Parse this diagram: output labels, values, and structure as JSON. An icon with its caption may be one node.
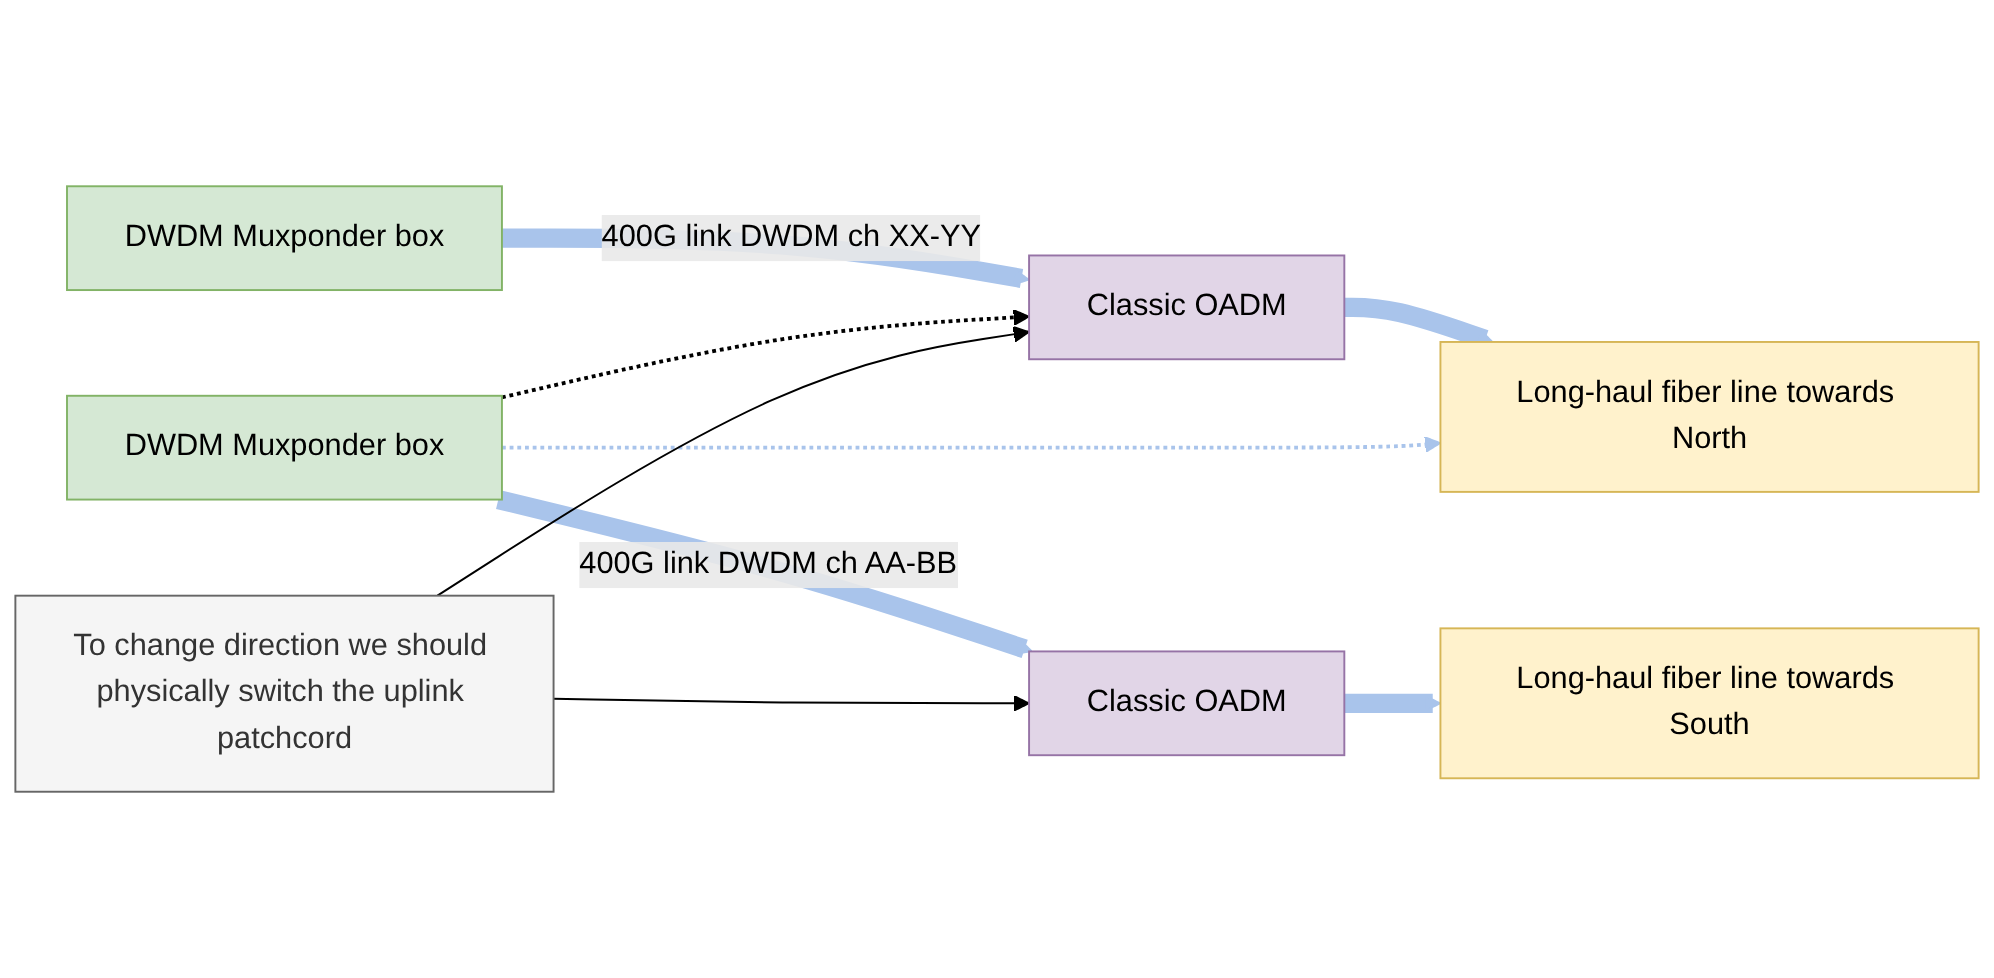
{
  "diagram": {
    "nodes": [
      {
        "text": [
          "DWDM Muxponder box"
        ]
      },
      {
        "text": [
          "Classic OADM"
        ]
      },
      {
        "text": [
          "Long-haul fiber line towards North"
        ]
      },
      {
        "text": [
          "DWDM Muxponder box"
        ]
      },
      {
        "text": [
          "Classic OADM"
        ]
      },
      {
        "text": [
          "Long-haul fiber line towards South"
        ]
      },
      {
        "text": [
          "To change direction we should physically switch the uplink patchcord"
        ]
      }
    ],
    "edges": [
      {
        "from": 0,
        "to": 1,
        "arrow": "to",
        "label": "400G link DWDM ch XX-YY",
        "style": "thick"
      },
      {
        "from": 1,
        "to": 2,
        "arrow": "to",
        "style": "thick"
      },
      {
        "from": 3,
        "to": 4,
        "arrow": "to",
        "label": "400G link DWDM ch AA-BB",
        "style": "thick"
      },
      {
        "from": 4,
        "to": 5,
        "arrow": "to",
        "style": "thick"
      },
      {
        "from": 3,
        "to": 1,
        "arrow": "to",
        "style": "dashed",
        "color": "#000000"
      },
      {
        "from": 3,
        "to": 2,
        "arrow": "to",
        "style": "dashed"
      },
      {
        "from": 6,
        "to": 1,
        "arrow": "to",
        "color": "#000000"
      },
      {
        "from": 6,
        "to": 4,
        "arrow": "to",
        "color": "#000000"
      }
    ]
  }
}
